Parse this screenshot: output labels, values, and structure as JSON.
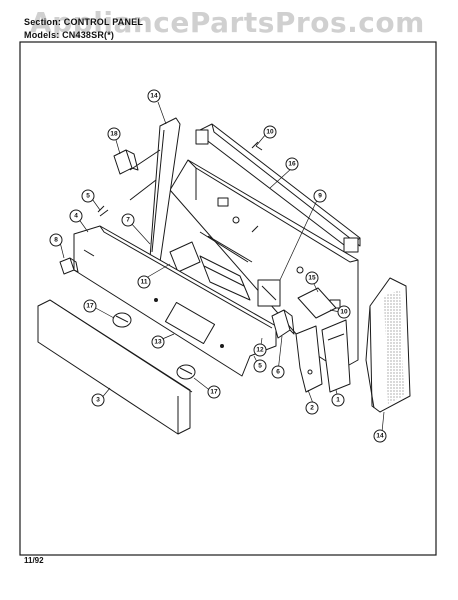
{
  "header": {
    "section_label": "Section: CONTROL PANEL",
    "models_label": "Models: CN438SR(*)"
  },
  "watermark": "AppliancePartsPros.com",
  "footer": {
    "date": "11/92"
  },
  "callouts": [
    "1",
    "2",
    "3",
    "4",
    "5",
    "5",
    "6",
    "7",
    "8",
    "9",
    "10",
    "10",
    "11",
    "12",
    "13",
    "14",
    "14",
    "15",
    "16",
    "17",
    "17",
    "18"
  ],
  "colors": {
    "line": "#1a1a1a",
    "stipple": "#8a8a8a",
    "watermark": "#9a9a9a"
  }
}
